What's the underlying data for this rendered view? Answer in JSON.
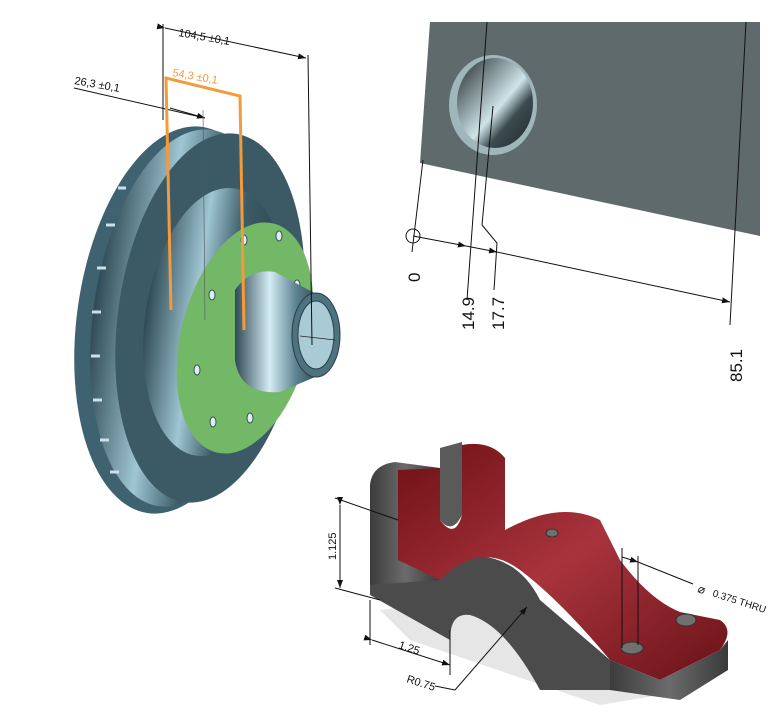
{
  "brake_disc": {
    "dim_overall": "104,5  ±0,1",
    "dim_flange": "54,3  ±0,1",
    "dim_offset": "26,3  ±0,1",
    "colors": {
      "disc": "#4e7482",
      "flange": "#72b866",
      "highlight_dim": "#f39a3b"
    }
  },
  "plate": {
    "dims": [
      "0",
      "14.9",
      "17.7",
      "85.1"
    ],
    "colors": {
      "face": "#5f6a6c"
    }
  },
  "bracket": {
    "dim_height": "1.125",
    "dim_width": "1.25",
    "dim_radius": "R0.75",
    "dim_hole": "0.375 THRU",
    "diameter_symbol": "⌀",
    "colors": {
      "face": "#8c1f28",
      "side": "#4a4a4a"
    }
  }
}
